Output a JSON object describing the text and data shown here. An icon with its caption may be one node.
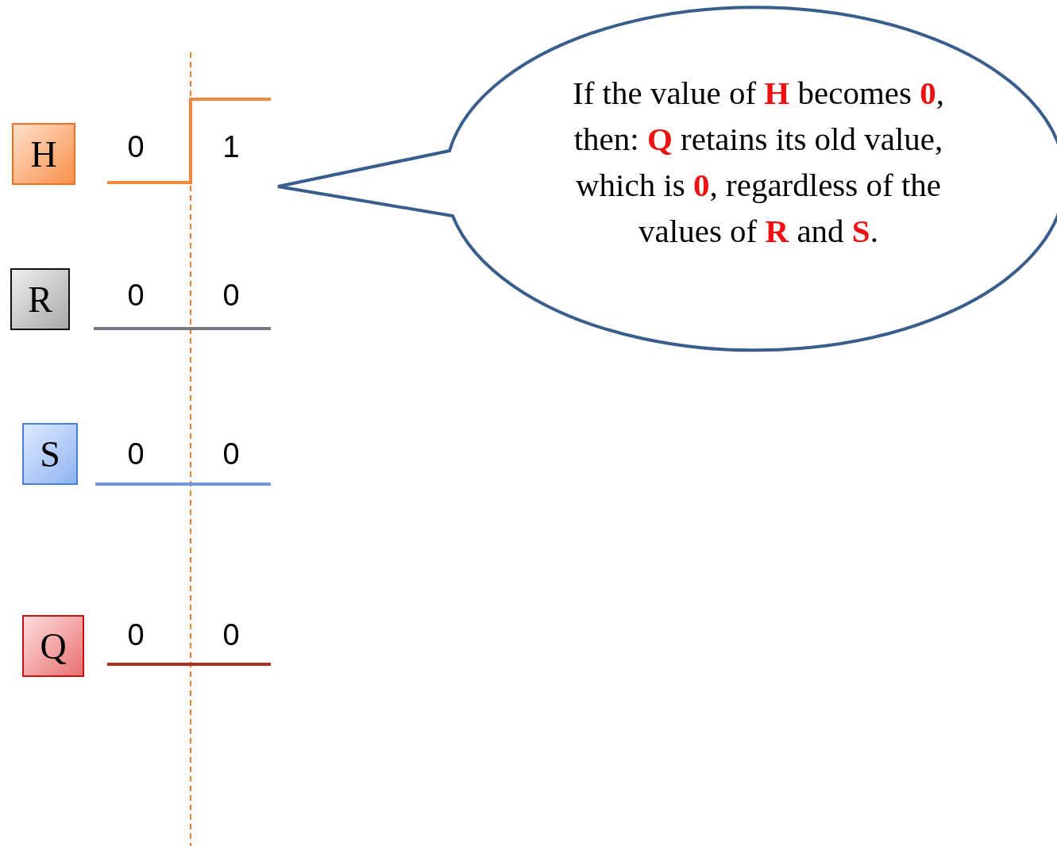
{
  "diagram": {
    "nodes": [
      {
        "text": [
          "H"
        ]
      },
      {
        "text": [
          "R"
        ]
      },
      {
        "text": [
          "S"
        ]
      },
      {
        "text": [
          "Q"
        ]
      },
      {
        "text": [
          "If the value of **H** becomes **0**, then: **Q** retains its old value, which is **0**, regardless of the values of **R** and **S**."
        ]
      }
    ],
    "edges": [],
    "labels": [
      "0",
      "1",
      "0",
      "0",
      "0",
      "0",
      "0",
      "0"
    ]
  }
}
